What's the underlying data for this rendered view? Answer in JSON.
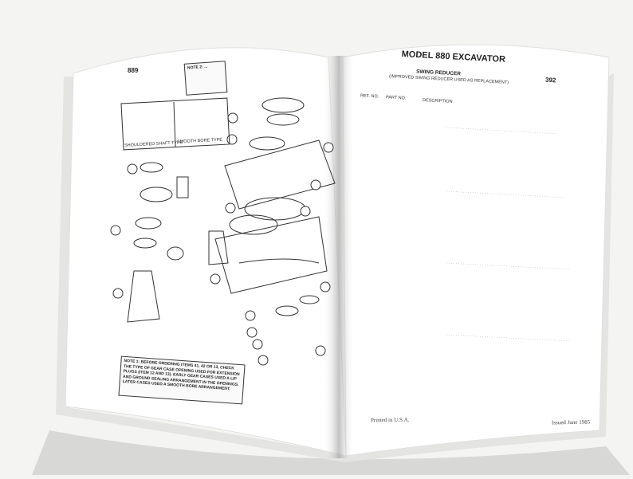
{
  "left_page": {
    "page_number": "889",
    "note_box_1": "NOTE 2: ...",
    "note_box_2": "NOTE 1: BEFORE ORDERING ITEMS 41, 42 OR 13, CHECK THE TYPE OF GEAR CASE OPENING USED FOR EXTENSION PLUGS (ITEM 12 AND 13). EARLY GEAR CASES USED A LIP AND GROUND SEALING ARRANGEMENT IN THE OPENINGS. LATER CASES USED A SMOOTH BORE ARRANGEMENT.",
    "inset_labels": [
      "SHOULDERED SHAFT TYPE",
      "SMOOTH BORE TYPE"
    ]
  },
  "right_page": {
    "header": "MODEL 880 EXCAVATOR",
    "section_title": "SWING REDUCER",
    "section_subtitle": "(IMPROVED SWING REDUCER USED AS REPLACEMENT)",
    "page_number": "392",
    "col_headers": [
      "REF. NO.",
      "PART NO.",
      "DESCRIPTION"
    ],
    "footer_left": "Printed in U.S.A.",
    "footer_right": "Issued June 1985"
  },
  "colors": {
    "page": "#ffffff",
    "background": "#f4f4f2",
    "ink": "#222222"
  }
}
